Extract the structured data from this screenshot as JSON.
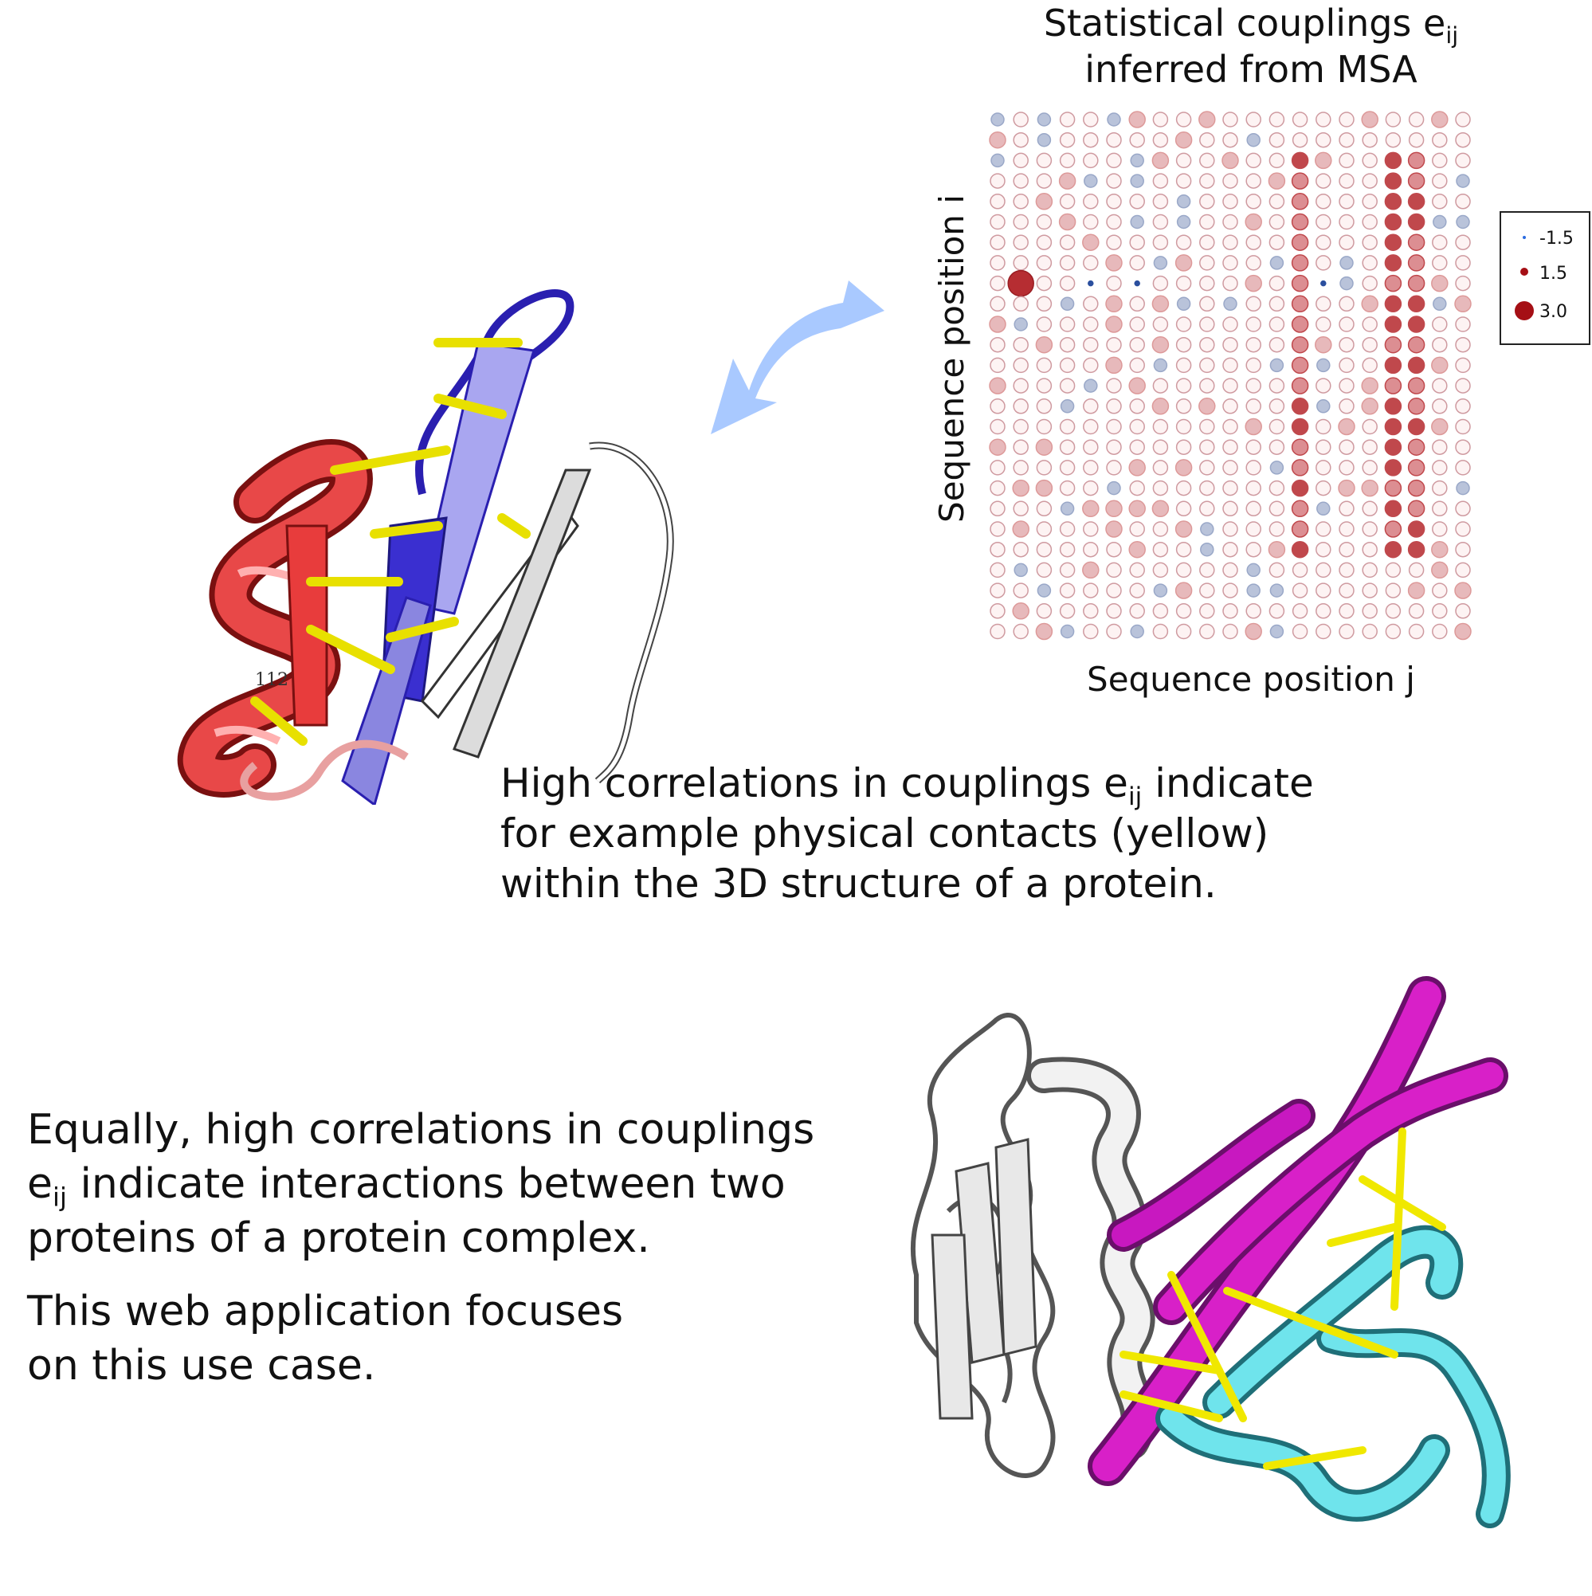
{
  "heatmap": {
    "title_main": "Statistical couplings e",
    "title_sub": "ij",
    "title_line2": "inferred from MSA",
    "xlabel": "Sequence position j",
    "ylabel": "Sequence position i",
    "rows": 26,
    "cols": 21,
    "colors": {
      "positive": "#a50f15",
      "negative": "#2b4f9e",
      "neutral_border": "#cf9aa0"
    }
  },
  "legend": {
    "entries": [
      {
        "label": "-1.5",
        "value": -1.5
      },
      {
        "label": "1.5",
        "value": 1.5
      },
      {
        "label": "3.0",
        "value": 3.0
      }
    ]
  },
  "captions": {
    "c1_part1": "High correlations in couplings e",
    "c1_sub": "ij",
    "c1_part2": " indicate",
    "c1_line2": "for example physical contacts (yellow)",
    "c1_line3": "within the 3D structure of a protein.",
    "c2_line1": "Equally, high correlations in couplings",
    "c2_sub_base": "e",
    "c2_sub": "ij",
    "c2_line2": " indicate interactions between two",
    "c2_line3": "proteins of a protein complex.",
    "c3_line1": "This web application focuses",
    "c3_line2": "on this use case."
  },
  "structure_label": "112"
}
